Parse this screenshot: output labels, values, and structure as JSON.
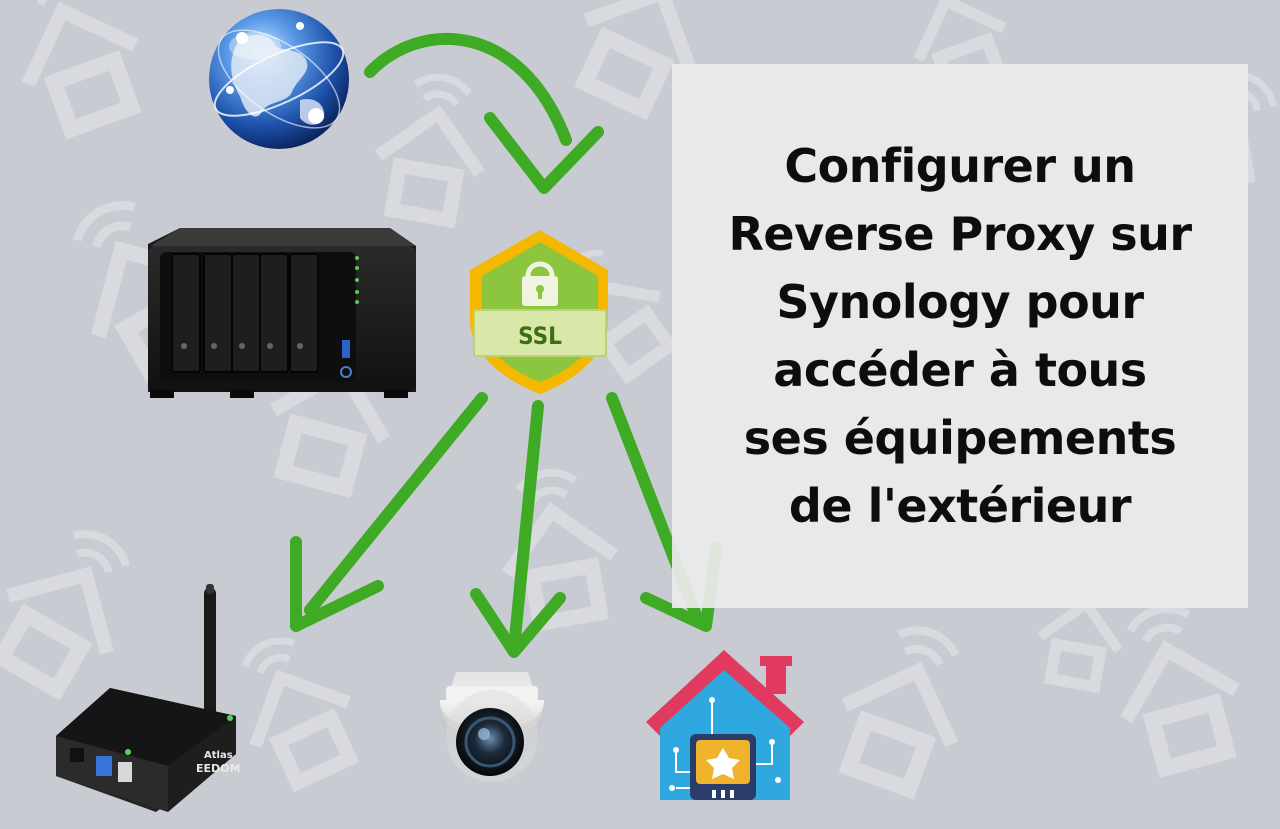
{
  "title": {
    "lines": [
      "Configurer un",
      "Reverse Proxy sur",
      "Synology pour",
      "accéder à tous",
      "ses équipements",
      "de l'extérieur"
    ]
  },
  "ssl_badge": {
    "label": "SSL"
  },
  "atlas_box": {
    "brand": "Atlas",
    "name": "EEDOM"
  },
  "colors": {
    "background": "#c9ccd3",
    "arrow": "#3faa24",
    "ssl_shield": "#f5b800",
    "ssl_inner": "#8cc63f",
    "house_roof": "#e03a5f",
    "house_body": "#2fa8df"
  },
  "icons": [
    "globe-icon",
    "nas-icon",
    "ssl-shield-icon",
    "jeedom-box-icon",
    "camera-icon",
    "smart-home-icon"
  ]
}
